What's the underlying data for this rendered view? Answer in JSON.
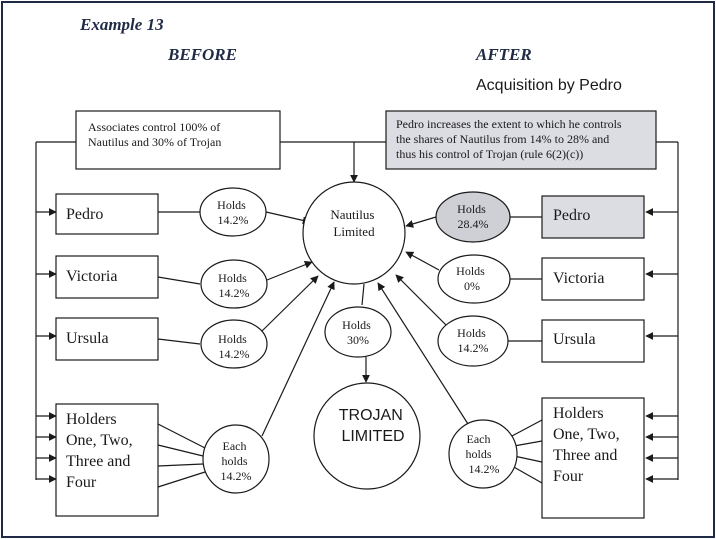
{
  "title": "Example 13",
  "before_heading": "BEFORE",
  "after_heading": "AFTER",
  "after_subtitle": "Acquisition by Pedro",
  "note_before": [
    "Associates control 100% of",
    "Nautilus and 30% of Trojan"
  ],
  "note_after": [
    "Pedro increases the extent to which he controls",
    "the shares of Nautilus from 14% to 28% and",
    "thus his control of Trojan (rule 6(2)(c))"
  ],
  "before_people": {
    "pedro": "Pedro",
    "victoria": "Victoria",
    "ursula": "Ursula",
    "holders": [
      "Holders",
      "One, Two,",
      "Three and",
      "Four"
    ]
  },
  "after_people": {
    "pedro": "Pedro",
    "victoria": "Victoria",
    "ursula": "Ursula",
    "holders": [
      "Holders",
      "One, Two,",
      "Three and",
      "Four"
    ]
  },
  "before_holdings": {
    "pedro": [
      "Holds",
      "14.2%"
    ],
    "victoria": [
      "Holds",
      "14.2%"
    ],
    "ursula": [
      "Holds",
      "14.2%"
    ],
    "holders": [
      "Each",
      "holds",
      "14.2%"
    ]
  },
  "after_holdings": {
    "pedro": [
      "Holds",
      "28.4%"
    ],
    "victoria": [
      "Holds",
      "0%"
    ],
    "ursula": [
      "Holds",
      "14.2%"
    ],
    "holders": [
      "Each",
      "holds",
      "14.2%"
    ]
  },
  "nautilus": [
    "Nautilus",
    "Limited"
  ],
  "nautilus_holding": [
    "Holds",
    "30%"
  ],
  "trojan": [
    "TROJAN",
    "LIMITED"
  ],
  "colors": {
    "shaded_box": "#dcdce3",
    "shaded_ellipse": "#cfcfd6",
    "frame": "#1f2a44"
  }
}
